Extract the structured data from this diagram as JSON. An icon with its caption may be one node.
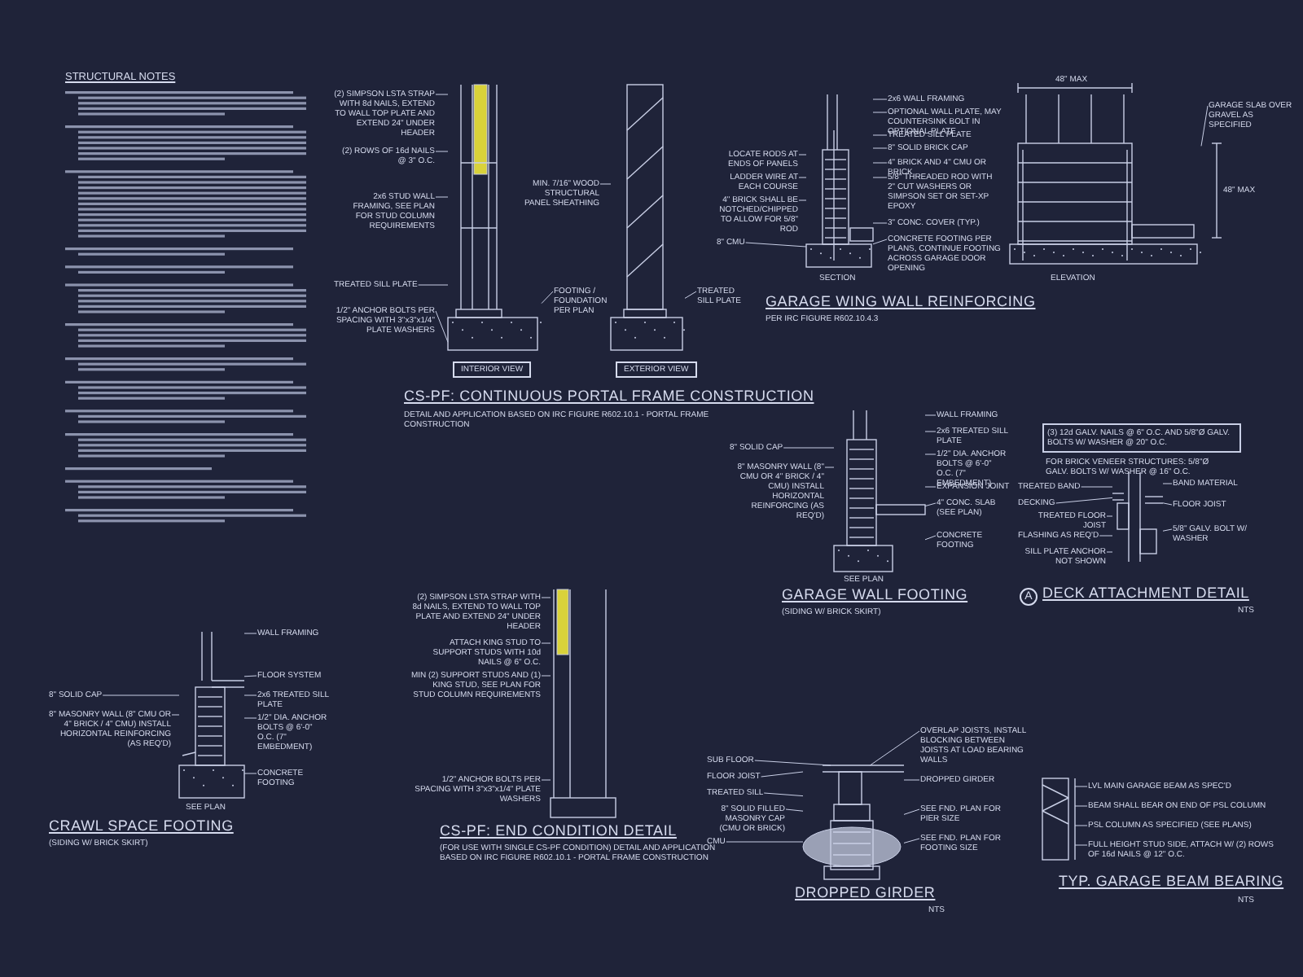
{
  "diagram": {
    "nodes": [
      {
        "text": [
          "(2) SIMPSON LSTA STRAP WITH 8d NAILS, EXTEND TO WALL TOP PLATE AND EXTEND 24\" UNDER HEADER"
        ]
      },
      {
        "text": [
          "(2) ROWS OF 16d NAILS @ 3\" O.C."
        ]
      },
      {
        "text": [
          "2x6 STUD WALL FRAMING, SEE PLAN FOR STUD COLUMN REQUIREMENTS"
        ]
      },
      {
        "text": [
          "TREATED SILL PLATE"
        ]
      },
      {
        "text": [
          "1/2\" ANCHOR BOLTS PER SPACING WITH 3\"x3\"x1/4\" PLATE WASHERS"
        ]
      },
      {
        "text": [
          "FOOTING / FOUNDATION PER PLAN"
        ]
      },
      {
        "text": [
          "MIN. 7/16\" WOOD STRUCTURAL PANEL SHEATHING"
        ]
      },
      {
        "text": [
          "TREATED SILL PLATE"
        ]
      },
      {
        "text": [
          "LOCATE RODS AT ENDS OF PANELS"
        ]
      },
      {
        "text": [
          "LADDER WIRE AT EACH COURSE"
        ]
      },
      {
        "text": [
          "4\" BRICK SHALL BE NOTCHED/CHIPPED TO ALLOW FOR 5/8\" ROD"
        ]
      },
      {
        "text": [
          "8\" CMU"
        ]
      },
      {
        "text": [
          "2x6 WALL FRAMING"
        ]
      },
      {
        "text": [
          "OPTIONAL WALL PLATE, MAY COUNTERSINK BOLT IN OPTIONAL PLATE"
        ]
      },
      {
        "text": [
          "TREATED SILL PLATE"
        ]
      },
      {
        "text": [
          "8\" SOLID BRICK CAP"
        ]
      },
      {
        "text": [
          "4\" BRICK AND 4\" CMU OR BRICK"
        ]
      },
      {
        "text": [
          "5/8\" THREADED ROD WITH 2\" CUT WASHERS OR SIMPSON SET OR SET-XP EPOXY"
        ]
      },
      {
        "text": [
          "3\" CONC. COVER (TYP.)"
        ]
      },
      {
        "text": [
          "CONCRETE FOOTING PER PLANS, CONTINUE FOOTING ACROSS GARAGE DOOR OPENING"
        ]
      },
      {
        "text": [
          "GARAGE SLAB OVER GRAVEL AS SPECIFIED"
        ]
      },
      {
        "text": [
          "8\" SOLID CAP"
        ]
      },
      {
        "text": [
          "8\" MASONRY WALL (8\" CMU OR 4\" BRICK / 4\" CMU) INSTALL HORIZONTAL REINFORCING (AS REQ'D)"
        ]
      },
      {
        "text": [
          "WALL FRAMING"
        ]
      },
      {
        "text": [
          "2x6 TREATED SILL PLATE"
        ]
      },
      {
        "text": [
          "1/2\" DIA. ANCHOR BOLTS @ 6'-0\" O.C. (7\" EMBEDMENT)"
        ]
      },
      {
        "text": [
          "EXPANSION JOINT"
        ]
      },
      {
        "text": [
          "4\" CONC. SLAB (SEE PLAN)"
        ]
      },
      {
        "text": [
          "CONCRETE FOOTING"
        ]
      },
      {
        "text": [
          "TREATED BAND"
        ]
      },
      {
        "text": [
          "DECKING"
        ]
      },
      {
        "text": [
          "TREATED FLOOR JOIST"
        ]
      },
      {
        "text": [
          "FLASHING AS REQ'D"
        ]
      },
      {
        "text": [
          "SILL PLATE ANCHOR NOT SHOWN"
        ]
      },
      {
        "text": [
          "BAND MATERIAL"
        ]
      },
      {
        "text": [
          "FLOOR JOIST"
        ]
      },
      {
        "text": [
          "5/8\" GALV. BOLT W/ WASHER"
        ]
      },
      {
        "text": [
          "8\" SOLID CAP"
        ]
      },
      {
        "text": [
          "8\" MASONRY WALL (8\" CMU OR 4\" BRICK / 4\" CMU) INSTALL HORIZONTAL REINFORCING (AS REQ'D)"
        ]
      },
      {
        "text": [
          "WALL FRAMING"
        ]
      },
      {
        "text": [
          "FLOOR SYSTEM"
        ]
      },
      {
        "text": [
          "2x6 TREATED SILL PLATE"
        ]
      },
      {
        "text": [
          "1/2\" DIA. ANCHOR BOLTS @ 6'-0\" O.C. (7\" EMBEDMENT)"
        ]
      },
      {
        "text": [
          "CONCRETE FOOTING"
        ]
      },
      {
        "text": [
          "(2) SIMPSON LSTA STRAP WITH 8d NAILS, EXTEND TO WALL TOP PLATE AND EXTEND 24\" UNDER HEADER"
        ]
      },
      {
        "text": [
          "ATTACH KING STUD TO SUPPORT STUDS WITH 10d NAILS @ 6\" O.C."
        ]
      },
      {
        "text": [
          "MIN (2) SUPPORT STUDS AND (1) KING STUD, SEE PLAN FOR STUD COLUMN REQUIREMENTS"
        ]
      },
      {
        "text": [
          "1/2\" ANCHOR BOLTS PER SPACING WITH 3\"x3\"x1/4\" PLATE WASHERS"
        ]
      },
      {
        "text": [
          "SUB FLOOR"
        ]
      },
      {
        "text": [
          "FLOOR JOIST"
        ]
      },
      {
        "text": [
          "TREATED SILL"
        ]
      },
      {
        "text": [
          "8\" SOLID FILLED MASONRY CAP (CMU OR BRICK)"
        ]
      },
      {
        "text": [
          "CMU"
        ]
      },
      {
        "text": [
          "OVERLAP JOISTS, INSTALL BLOCKING BETWEEN JOISTS AT LOAD BEARING WALLS"
        ]
      },
      {
        "text": [
          "DROPPED GIRDER"
        ]
      },
      {
        "text": [
          "SEE FND. PLAN FOR PIER SIZE"
        ]
      },
      {
        "text": [
          "SEE FND. PLAN FOR FOOTING SIZE"
        ]
      },
      {
        "text": [
          "LVL MAIN GARAGE BEAM AS SPEC'D"
        ]
      },
      {
        "text": [
          "BEAM SHALL BEAR ON END OF PSL COLUMN"
        ]
      },
      {
        "text": [
          "PSL COLUMN AS SPECIFIED (SEE PLANS)"
        ]
      },
      {
        "text": [
          "FULL HEIGHT STUD SIDE, ATTACH W/ (2) ROWS OF 16d NAILS @ 12\" O.C."
        ]
      },
      {
        "text": [],
        "shape": "picture"
      },
      {
        "text": [],
        "shape": "picture"
      },
      {
        "text": [],
        "shape": "picture"
      },
      {
        "text": [],
        "shape": "picture"
      },
      {
        "text": [],
        "shape": "picture"
      },
      {
        "text": [],
        "shape": "picture"
      },
      {
        "text": [],
        "shape": "picture"
      },
      {
        "text": [],
        "shape": "picture"
      },
      {
        "text": [],
        "shape": "picture"
      },
      {
        "text": [],
        "shape": "picture"
      }
    ],
    "edges": [
      {
        "from": 0,
        "to": 61,
        "arrow": "none"
      },
      {
        "from": 1,
        "to": 61,
        "arrow": "none"
      },
      {
        "from": 2,
        "to": 61,
        "arrow": "none"
      },
      {
        "from": 3,
        "to": 61,
        "arrow": "none"
      },
      {
        "from": 4,
        "to": 61,
        "arrow": "none"
      },
      {
        "from": 5,
        "to": 61,
        "arrow": "none"
      },
      {
        "from": 6,
        "to": 62,
        "arrow": "none"
      },
      {
        "from": 7,
        "to": 62,
        "arrow": "none"
      },
      {
        "from": 8,
        "to": 63,
        "arrow": "none"
      },
      {
        "from": 9,
        "to": 63,
        "arrow": "none"
      },
      {
        "from": 10,
        "to": 63,
        "arrow": "none"
      },
      {
        "from": 11,
        "to": 63,
        "arrow": "none"
      },
      {
        "from": 12,
        "to": 63,
        "arrow": "none"
      },
      {
        "from": 13,
        "to": 63,
        "arrow": "none"
      },
      {
        "from": 14,
        "to": 63,
        "arrow": "none"
      },
      {
        "from": 15,
        "to": 63,
        "arrow": "none"
      },
      {
        "from": 16,
        "to": 63,
        "arrow": "none"
      },
      {
        "from": 17,
        "to": 63,
        "arrow": "none"
      },
      {
        "from": 18,
        "to": 63,
        "arrow": "none"
      },
      {
        "from": 19,
        "to": 63,
        "arrow": "none"
      },
      {
        "from": 20,
        "to": 64,
        "arrow": "none"
      },
      {
        "from": 21,
        "to": 65,
        "arrow": "none"
      },
      {
        "from": 22,
        "to": 65,
        "arrow": "none"
      },
      {
        "from": 23,
        "to": 65,
        "arrow": "none"
      },
      {
        "from": 24,
        "to": 65,
        "arrow": "none"
      },
      {
        "from": 25,
        "to": 65,
        "arrow": "none"
      },
      {
        "from": 26,
        "to": 65,
        "arrow": "none"
      },
      {
        "from": 27,
        "to": 65,
        "arrow": "none"
      },
      {
        "from": 28,
        "to": 65,
        "arrow": "none"
      },
      {
        "from": 29,
        "to": 66,
        "arrow": "none"
      },
      {
        "from": 30,
        "to": 66,
        "arrow": "none"
      },
      {
        "from": 31,
        "to": 66,
        "arrow": "none"
      },
      {
        "from": 32,
        "to": 66,
        "arrow": "none"
      },
      {
        "from": 33,
        "to": 66,
        "arrow": "none"
      },
      {
        "from": 34,
        "to": 66,
        "arrow": "none"
      },
      {
        "from": 35,
        "to": 66,
        "arrow": "none"
      },
      {
        "from": 36,
        "to": 66,
        "arrow": "none"
      },
      {
        "from": 37,
        "to": 67,
        "arrow": "none"
      },
      {
        "from": 38,
        "to": 67,
        "arrow": "none"
      },
      {
        "from": 39,
        "to": 67,
        "arrow": "none"
      },
      {
        "from": 40,
        "to": 67,
        "arrow": "none"
      },
      {
        "from": 41,
        "to": 67,
        "arrow": "none"
      },
      {
        "from": 42,
        "to": 67,
        "arrow": "none"
      },
      {
        "from": 43,
        "to": 67,
        "arrow": "none"
      },
      {
        "from": 44,
        "to": 68,
        "arrow": "none"
      },
      {
        "from": 45,
        "to": 68,
        "arrow": "none"
      },
      {
        "from": 46,
        "to": 68,
        "arrow": "none"
      },
      {
        "from": 47,
        "to": 68,
        "arrow": "none"
      },
      {
        "from": 48,
        "to": 69,
        "arrow": "none"
      },
      {
        "from": 49,
        "to": 69,
        "arrow": "none"
      },
      {
        "from": 50,
        "to": 69,
        "arrow": "none"
      },
      {
        "from": 51,
        "to": 69,
        "arrow": "none"
      },
      {
        "from": 52,
        "to": 69,
        "arrow": "none"
      },
      {
        "from": 53,
        "to": 69,
        "arrow": "none"
      },
      {
        "from": 54,
        "to": 69,
        "arrow": "none"
      },
      {
        "from": 55,
        "to": 69,
        "arrow": "none"
      },
      {
        "from": 56,
        "to": 69,
        "arrow": "none"
      },
      {
        "from": 57,
        "to": 70,
        "arrow": "none"
      },
      {
        "from": 58,
        "to": 70,
        "arrow": "none"
      },
      {
        "from": 59,
        "to": 70,
        "arrow": "none"
      },
      {
        "from": 60,
        "to": 70,
        "arrow": "none"
      }
    ],
    "labels": [
      "STRUCTURAL NOTES",
      "INTERIOR VIEW",
      "EXTERIOR VIEW",
      "CS-PF: CONTINUOUS PORTAL FRAME CONSTRUCTION",
      "DETAIL AND APPLICATION BASED ON IRC FIGURE R602.10.1 - PORTAL FRAME CONSTRUCTION",
      "48\" MAX",
      "48\" MAX",
      "SECTION",
      "ELEVATION",
      "GARAGE WING WALL REINFORCING",
      "PER IRC FIGURE R602.10.4.3",
      "(3) 12d GALV. NAILS @ 6\" O.C. AND 5/8\"Ø GALV. BOLTS W/ WASHER @ 20\" O.C.",
      "FOR BRICK VENEER STRUCTURES: 5/8\"Ø GALV. BOLTS W/ WASHER @ 16\" O.C.",
      "SEE PLAN",
      "GARAGE WALL FOOTING",
      "(SIDING W/ BRICK SKIRT)",
      "A",
      "DECK ATTACHMENT DETAIL",
      "NTS",
      "SEE PLAN",
      "CRAWL SPACE FOOTING",
      "(SIDING W/ BRICK SKIRT)",
      "CS-PF: END CONDITION DETAIL",
      "(FOR USE WITH SINGLE CS-PF CONDITION) DETAIL AND APPLICATION BASED ON IRC FIGURE R602.10.1 - PORTAL FRAME CONSTRUCTION",
      "DROPPED GIRDER",
      "NTS",
      "TYP. GARAGE BEAM BEARING",
      "NTS"
    ]
  }
}
